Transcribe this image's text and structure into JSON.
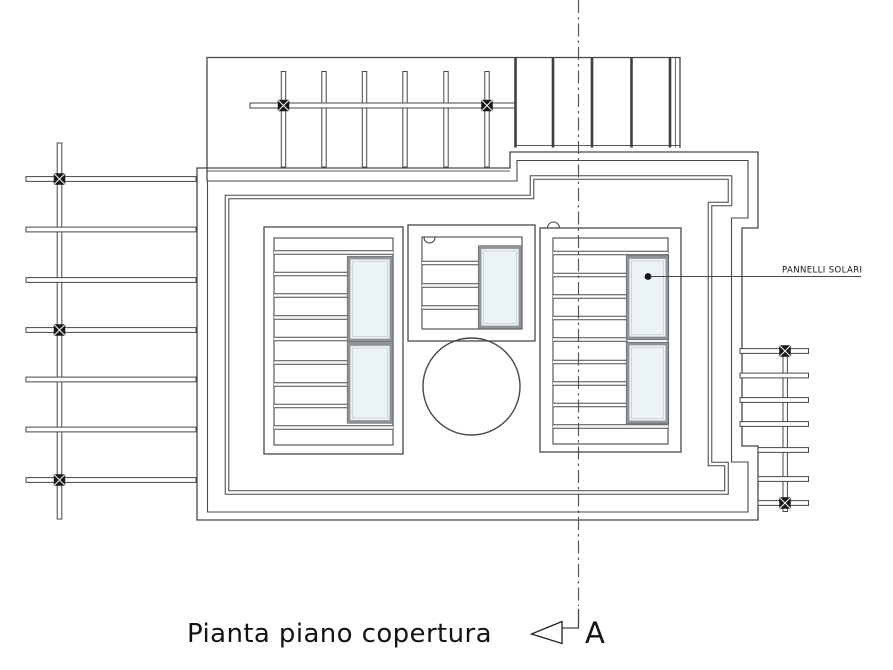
{
  "drawing": {
    "title": "Pianta piano copertura",
    "section_marker": {
      "label": "A"
    },
    "annotations": {
      "solar_panels": "PANNELLI SOLARI"
    },
    "structure": {
      "left_pergola_beams": 7,
      "top_pergola_posts": 6,
      "right_pergola_beams": 7,
      "solar_panel_count": 5
    }
  },
  "palette": {
    "line": "#474747",
    "panel_fill": "#ecf3f6",
    "panel_frame": "#909497",
    "text": "#141414",
    "background": "#ffffff"
  }
}
